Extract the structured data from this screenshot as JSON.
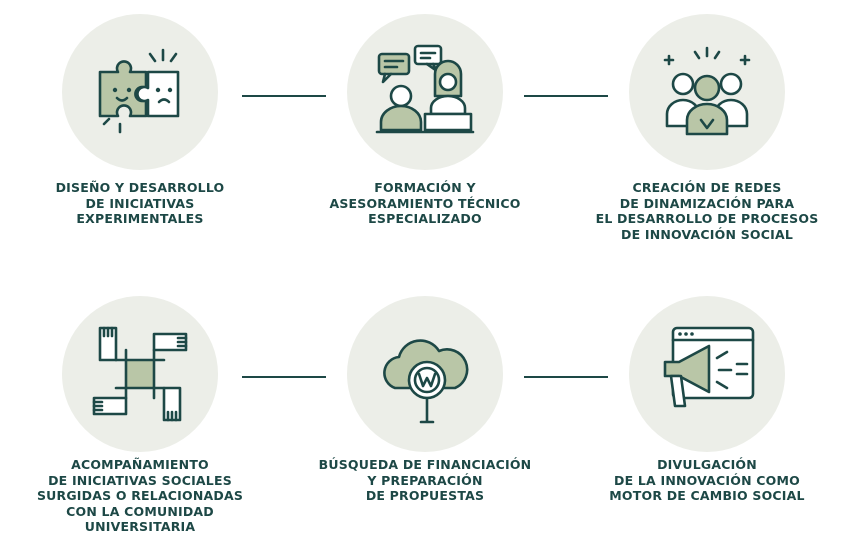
{
  "colors": {
    "text": "#1d4846",
    "circle": "#eceee8",
    "accent": "#b9c6a7"
  },
  "items": [
    {
      "icon": "puzzle-icon",
      "lines": [
        "DISEÑO Y DESARROLLO",
        "DE INICIATIVAS",
        "EXPERIMENTALES"
      ]
    },
    {
      "icon": "training-icon",
      "lines": [
        "FORMACIÓN Y",
        "ASESORAMIENTO TÉCNICO",
        "ESPECIALIZADO"
      ]
    },
    {
      "icon": "network-people-icon",
      "lines": [
        "CREACIÓN DE REDES",
        "DE DINAMIZACIÓN PARA",
        "EL DESARROLLO DE PROCESOS",
        "DE INNOVACIÓN SOCIAL"
      ]
    },
    {
      "icon": "joined-hands-icon",
      "lines": [
        "ACOMPAÑAMIENTO",
        "DE INICIATIVAS SOCIALES",
        "SURGIDAS O RELACIONADAS",
        "CON LA COMUNIDAD",
        "UNIVERSITARIA"
      ]
    },
    {
      "icon": "funding-search-icon",
      "lines": [
        "BÚSQUEDA DE FINANCIACIÓN",
        "Y PREPARACIÓN",
        "DE PROPUESTAS"
      ]
    },
    {
      "icon": "megaphone-icon",
      "lines": [
        "DIVULGACIÓN",
        "DE LA INNOVACIÓN COMO",
        "MOTOR DE CAMBIO SOCIAL"
      ]
    }
  ]
}
